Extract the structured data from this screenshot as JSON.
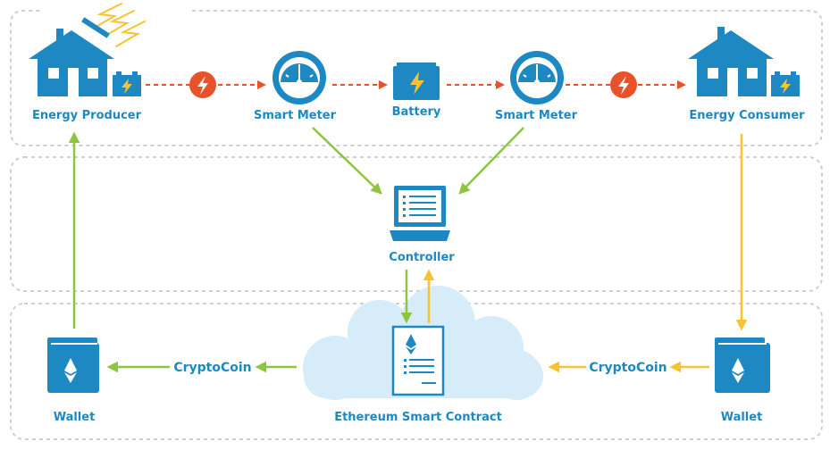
{
  "labels": {
    "energy_producer": "Energy Producer",
    "smart_meter_left": "Smart Meter",
    "battery": "Battery",
    "smart_meter_right": "Smart Meter",
    "energy_consumer": "Energy Consumer",
    "controller": "Controller",
    "wallet_left": "Wallet",
    "wallet_right": "Wallet",
    "smart_contract": "Ethereum Smart Contract",
    "cryptocoin_left": "CryptoCoin",
    "cryptocoin_right": "CryptoCoin"
  },
  "colors": {
    "primary_blue": "#1e88c3",
    "energy_flow": "#e8512a",
    "payment_green": "#8cc63f",
    "payment_yellow": "#f9c233",
    "cloud": "#d6ecf8",
    "panel_border": "#cfcfcf"
  },
  "icons": {
    "producer": "solar-house-icon",
    "meter": "gauge-icon",
    "battery": "battery-icon",
    "bolt": "lightning-bolt-icon",
    "controller": "laptop-icon",
    "wallet": "ethereum-wallet-icon",
    "contract": "ethereum-document-icon"
  }
}
